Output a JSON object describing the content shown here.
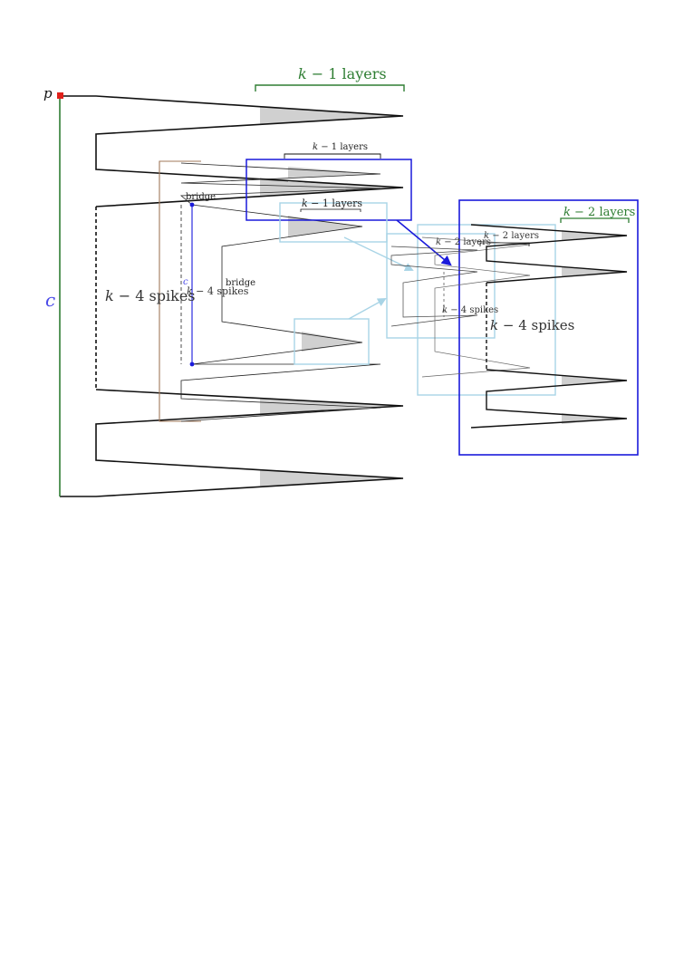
{
  "labels": {
    "p": "p",
    "c_big": "c",
    "c_small": "c",
    "k": "k",
    "minus1_layers": " − 1  layers",
    "minus1_layers_tight": " − 1 layers",
    "minus2_layers": " − 2  layers",
    "minus2_layers_tight": " − 2 layers",
    "minus4_spikes": " − 4  spikes",
    "minus4_spikes_tight": " − 4 spikes",
    "bridge": "bridge"
  },
  "colors": {
    "black": "#111111",
    "green": "#2e7d32",
    "blue": "#1a1adb",
    "light_blue": "#a8d4e6",
    "brown": "#a0785a",
    "red": "#e0201b",
    "spike_fill": "#d0d0d0",
    "label_blue": "#4a4ae8"
  }
}
